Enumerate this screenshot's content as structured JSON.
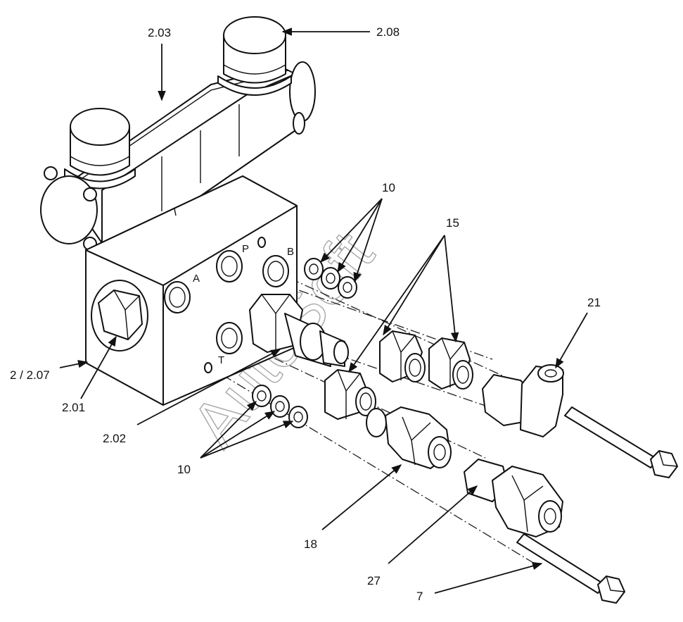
{
  "watermark": "AutoSoft",
  "ports": {
    "a": "A",
    "p": "P",
    "b": "B",
    "t": "T"
  },
  "callouts": {
    "c203": "2.03",
    "c208": "2.08",
    "c10_top": "10",
    "c15": "15",
    "c21": "21",
    "c2_207": "2 / 2.07",
    "c201": "2.01",
    "c202": "2.02",
    "c10_bottom": "10",
    "c18": "18",
    "c27": "27",
    "c7": "7"
  }
}
